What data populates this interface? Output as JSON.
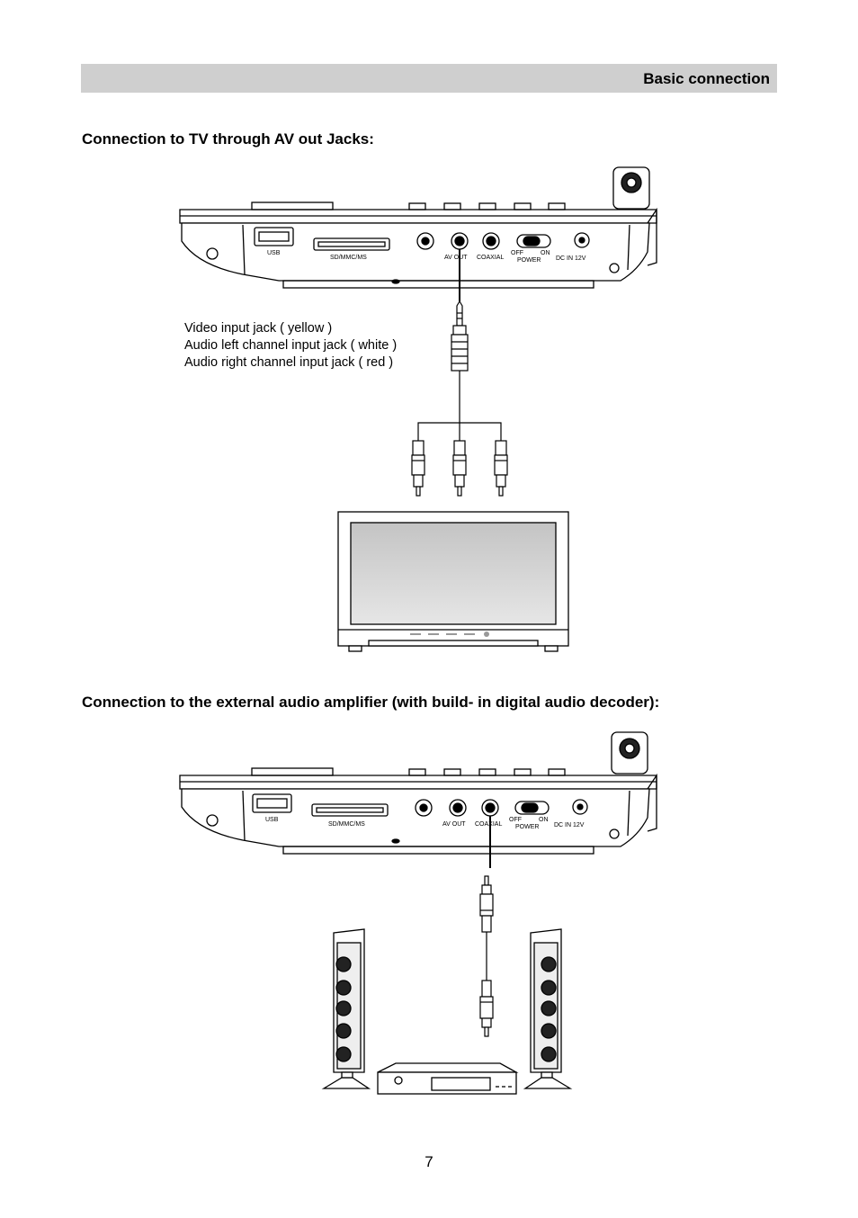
{
  "header": {
    "title": "Basic connection"
  },
  "section1": {
    "title": "Connection to TV  through AV out Jacks:",
    "callout": [
      "Video input jack ( yellow )",
      "Audio left channel  input jack ( white )",
      "Audio right channel  input jack ( red )"
    ]
  },
  "section2": {
    "title": "Connection to the external audio amplifier (with build- in digital audio decoder):"
  },
  "device_labels": {
    "usb": "USB",
    "card": "SD/MMC/MS",
    "av_out": "AV OUT",
    "coaxial": "COAXIAL",
    "off": "OFF",
    "on": "ON",
    "power": "POWER",
    "dc_in": "DC IN 12V"
  },
  "footer": {
    "page_number": "7"
  }
}
